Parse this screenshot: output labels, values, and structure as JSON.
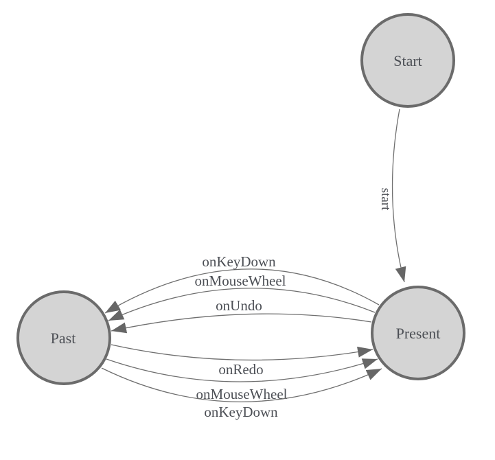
{
  "diagram": {
    "type": "state-machine",
    "background": "#ffffff",
    "colors": {
      "node_fill": "#d4d4d4",
      "node_stroke": "#6b6b6b",
      "edge_stroke": "#6f6f6f",
      "arrow_fill": "#666666",
      "label_text": "#4c4f55"
    },
    "nodes": [
      {
        "id": "start",
        "label": "Start"
      },
      {
        "id": "present",
        "label": "Present"
      },
      {
        "id": "past",
        "label": "Past"
      }
    ],
    "edges": [
      {
        "from": "Start",
        "to": "Present",
        "label": "start"
      },
      {
        "from": "Present",
        "to": "Past",
        "label": "onKeyDown"
      },
      {
        "from": "Present",
        "to": "Past",
        "label": "onMouseWheel"
      },
      {
        "from": "Present",
        "to": "Past",
        "label": "onUndo"
      },
      {
        "from": "Past",
        "to": "Present",
        "label": "onRedo"
      },
      {
        "from": "Past",
        "to": "Present",
        "label": "onMouseWheel"
      },
      {
        "from": "Past",
        "to": "Present",
        "label": "onKeyDown"
      }
    ]
  }
}
